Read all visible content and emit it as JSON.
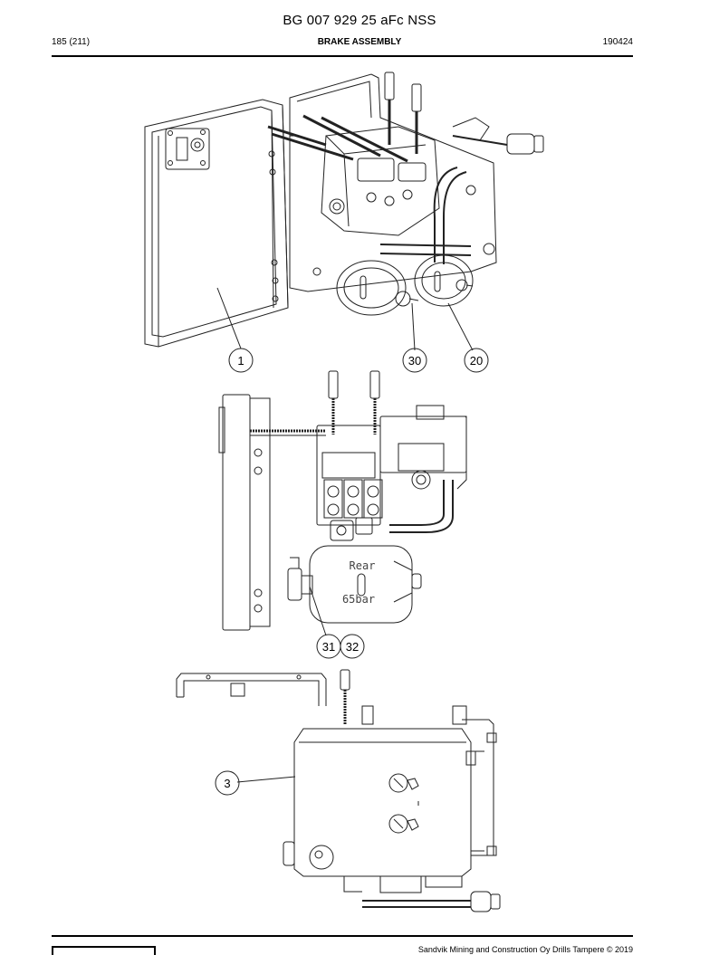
{
  "document": {
    "title": "BG 007 929 25 aFc NSS",
    "page": "185 (211)",
    "section": "BRAKE ASSEMBLY",
    "doc_number": "190424",
    "footer": "Sandvik Mining and Construction Oy Drills Tampere © 2019"
  },
  "callouts": {
    "c1": "1",
    "c30": "30",
    "c20": "20",
    "c31": "31",
    "c32": "32",
    "c3": "3"
  },
  "labels": {
    "tank_rear": "Rear",
    "tank_pressure": "65bar"
  }
}
